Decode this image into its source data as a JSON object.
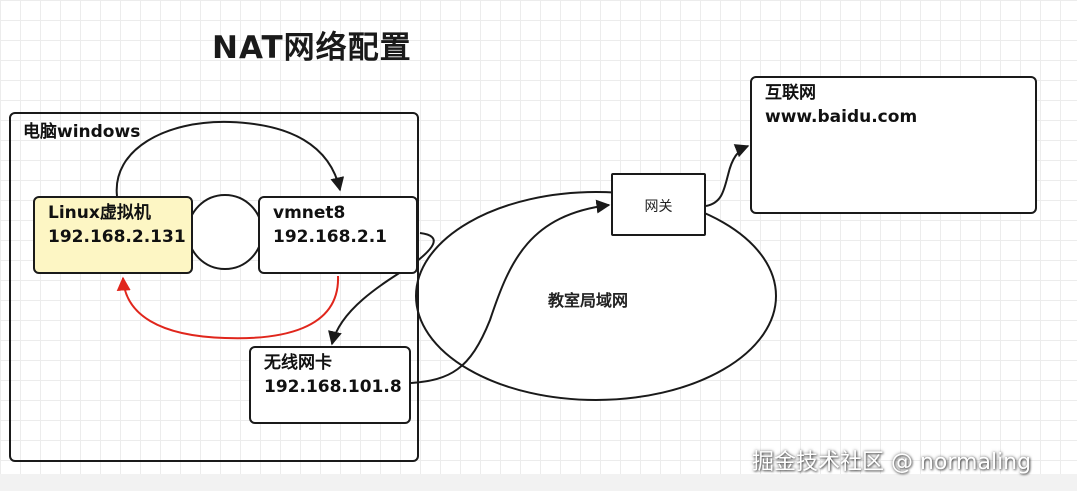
{
  "title": "NAT网络配置",
  "computer": {
    "label": "电脑windows"
  },
  "linux_vm": {
    "name": "Linux虚拟机",
    "ip": "192.168.2.131"
  },
  "vmnet8": {
    "name": "vmnet8",
    "ip": "192.168.2.1"
  },
  "wireless_nic": {
    "name": "无线网卡",
    "ip": "192.168.101.8"
  },
  "gateway": {
    "label": "网关"
  },
  "lan": {
    "label": "教室局域网"
  },
  "internet": {
    "name": "互联网",
    "site": "www.baidu.com"
  },
  "watermark": "掘金技术社区 @ normaling",
  "colors": {
    "vm_fill": "#fdf6c4",
    "red_arrow": "#e0261c",
    "stroke": "#1a1a1a"
  }
}
